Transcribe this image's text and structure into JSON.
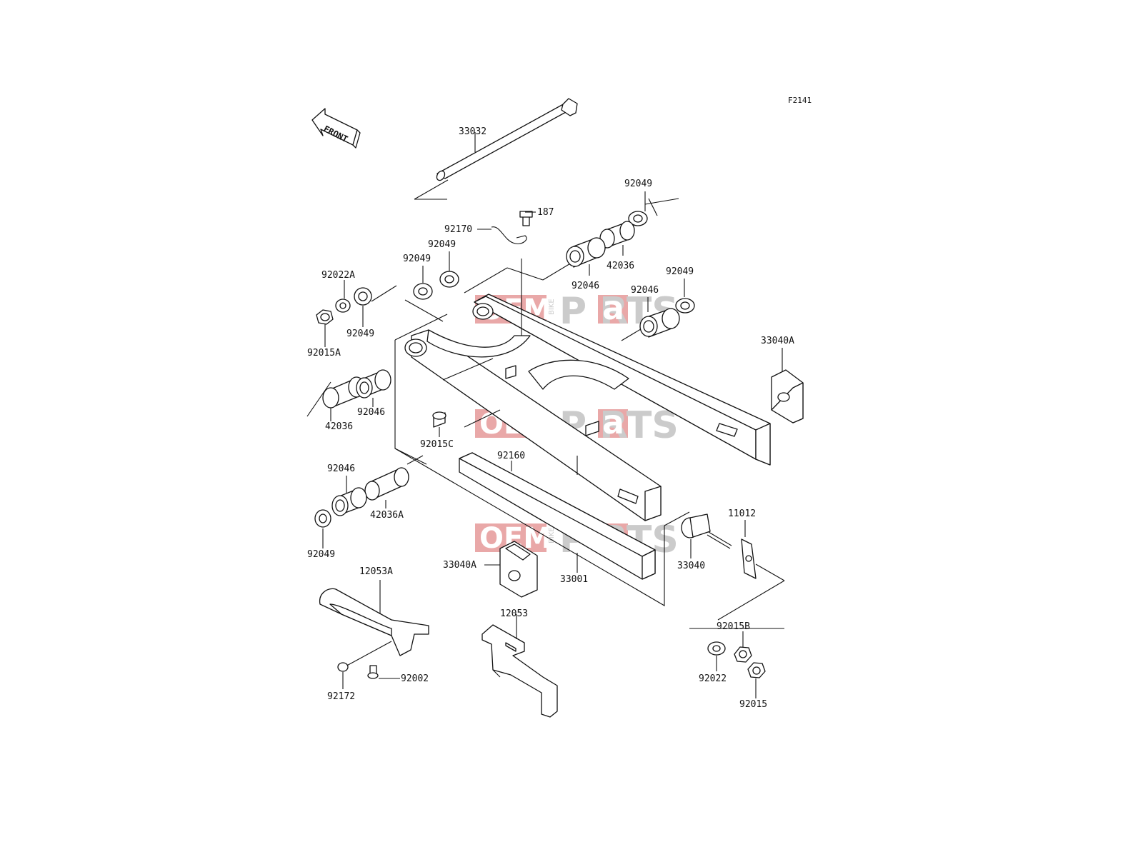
{
  "diagram": {
    "sheet_code": "F2141",
    "front_label": "FRONT",
    "watermark": {
      "left": "OEM",
      "bike": "BIKE",
      "right_a": "a",
      "right": "P  RTS"
    },
    "part_labels": [
      {
        "id": "p33032",
        "text": "33032"
      },
      {
        "id": "p187",
        "text": "187"
      },
      {
        "id": "p92170",
        "text": "92170"
      },
      {
        "id": "p92049_top",
        "text": "92049"
      },
      {
        "id": "p42036_top",
        "text": "42036"
      },
      {
        "id": "p92049_a",
        "text": "92049"
      },
      {
        "id": "p92049_b",
        "text": "92049"
      },
      {
        "id": "p92046_top",
        "text": "92046"
      },
      {
        "id": "p92049_right",
        "text": "92049"
      },
      {
        "id": "p92046_right",
        "text": "92046"
      },
      {
        "id": "p92022A",
        "text": "92022A"
      },
      {
        "id": "p92049_left",
        "text": "92049"
      },
      {
        "id": "p92015A",
        "text": "92015A"
      },
      {
        "id": "p92046_left",
        "text": "92046"
      },
      {
        "id": "p42036_left",
        "text": "42036"
      },
      {
        "id": "p92015C",
        "text": "92015C"
      },
      {
        "id": "p92160",
        "text": "92160"
      },
      {
        "id": "p33040A_right",
        "text": "33040A"
      },
      {
        "id": "p92046_low",
        "text": "92046"
      },
      {
        "id": "p42036A",
        "text": "42036A"
      },
      {
        "id": "p92049_low",
        "text": "92049"
      },
      {
        "id": "p11012",
        "text": "11012"
      },
      {
        "id": "p33040",
        "text": "33040"
      },
      {
        "id": "p33040A_mid",
        "text": "33040A"
      },
      {
        "id": "p33001",
        "text": "33001"
      },
      {
        "id": "p12053A",
        "text": "12053A"
      },
      {
        "id": "p12053",
        "text": "12053"
      },
      {
        "id": "p92015B",
        "text": "92015B"
      },
      {
        "id": "p92022",
        "text": "92022"
      },
      {
        "id": "p92015",
        "text": "92015"
      },
      {
        "id": "p92002",
        "text": "92002"
      },
      {
        "id": "p92172",
        "text": "92172"
      }
    ]
  }
}
